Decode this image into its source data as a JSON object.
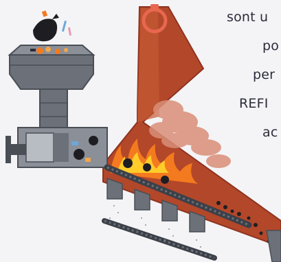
{
  "text_lines": [
    "sont u",
    "po",
    "per",
    "REFI",
    "ac"
  ],
  "colors": {
    "background": "#f4f4f6",
    "steel_dark": "#4a4e55",
    "steel_mid": "#6b7079",
    "steel_light": "#8a8f98",
    "furnace": "#b3472a",
    "furnace_dark": "#8e3320",
    "ring": "#e8674f",
    "flame_yellow": "#ffcc2a",
    "flame_orange": "#f47a1f",
    "smoke": "#d98f78",
    "text": "#2b2b3a"
  },
  "icons": {
    "garbage_bag": "garbage-bag-icon",
    "lifting_ring": "lifting-ring-icon"
  }
}
